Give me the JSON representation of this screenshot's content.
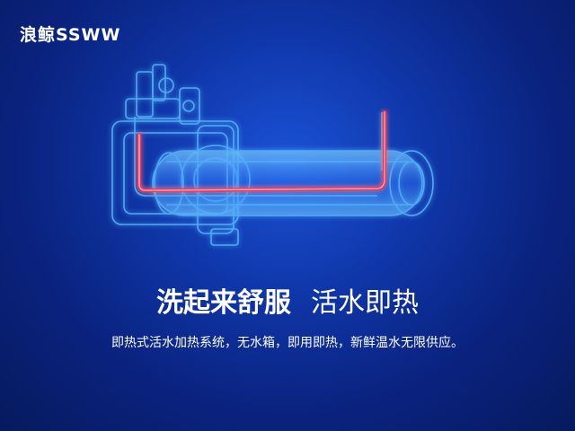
{
  "brand": {
    "name": "浪鲸SSWW"
  },
  "headline": {
    "primary": "洗起来舒服",
    "secondary": "活水即热"
  },
  "description": "即热式活水加热系统，无水箱，即用即热，新鲜温水无限供应。",
  "illustration": {
    "subject": "water-heater-pipe-icon"
  },
  "colors": {
    "background": "#0a2380",
    "pipe_glow": "#4fb3ff",
    "hot_water": "#ff2a45"
  }
}
